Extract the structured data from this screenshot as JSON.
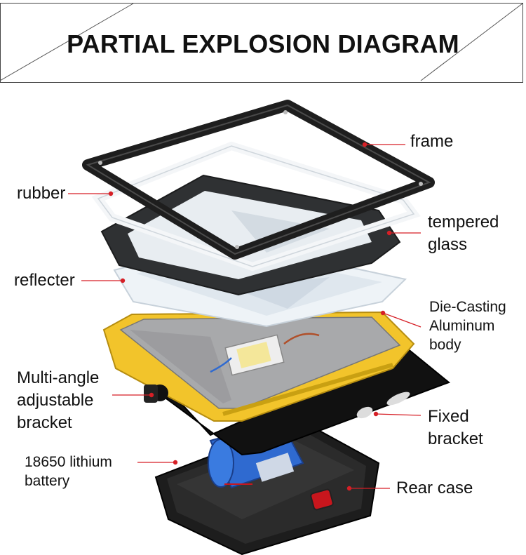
{
  "title": "PARTIAL EXPLOSION DIAGRAM",
  "accent_color": "#d61f26",
  "labels": {
    "frame": "frame",
    "rubber": "rubber",
    "tempered_glass": "tempered\nglass",
    "reflecter": "reflecter",
    "die_casting": "Die-Casting\nAluminum\nbody",
    "multi_angle": "Multi-angle\nadjustable\nbracket",
    "fixed_bracket": "Fixed\nbracket",
    "battery": "18650 lithium\nbattery",
    "rear_case": "Rear case"
  }
}
